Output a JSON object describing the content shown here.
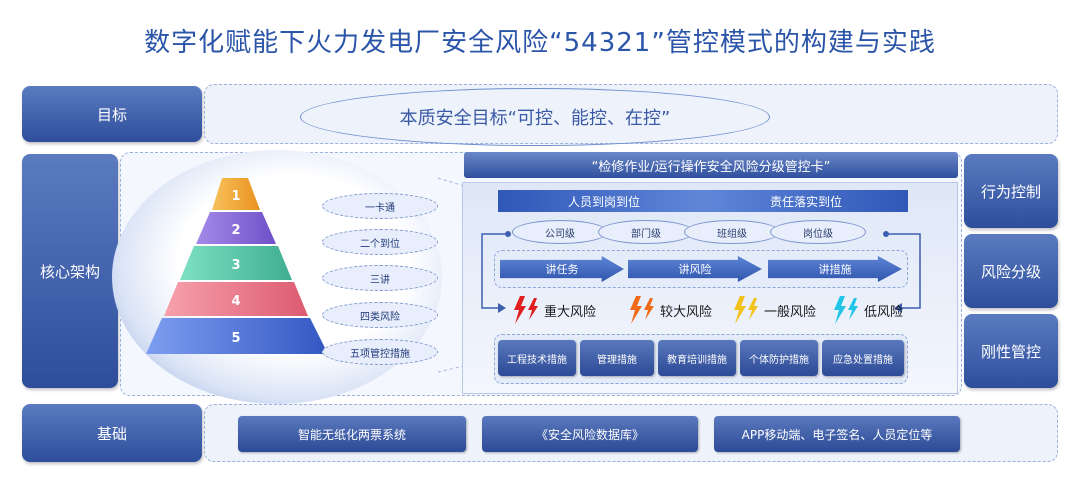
{
  "title": "数字化赋能下火力发电厂安全风险“54321”管控模式的构建与实践",
  "rows": {
    "goal": "目标",
    "core": "核心架构",
    "base": "基础"
  },
  "goal_text": "本质安全目标“可控、能控、在控”",
  "right_labels": [
    "行为控制",
    "风险分级",
    "刚性管控"
  ],
  "pyramid": {
    "levels": [
      "1",
      "2",
      "3",
      "4",
      "5"
    ],
    "colors": [
      "#f3a93a",
      "#8c6fd8",
      "#56c7a8",
      "#ef7a8c",
      "#4f73d6"
    ],
    "labels": [
      "一卡通",
      "二个到位",
      "三讲",
      "四类风险",
      "五项管控措施"
    ]
  },
  "card": {
    "title": "“检修作业/运行操作安全风险分级管控卡”",
    "bar_left": "人员到岗到位",
    "bar_right": "责任落实到位",
    "levels": [
      "公司级",
      "部门级",
      "班组级",
      "岗位级"
    ],
    "arrows": [
      "讲任务",
      "讲风险",
      "讲措施"
    ],
    "risks": [
      {
        "label": "重大风险",
        "color": "#e02020"
      },
      {
        "label": "较大风险",
        "color": "#f06a1a"
      },
      {
        "label": "一般风险",
        "color": "#f2c21a"
      },
      {
        "label": "低风险",
        "color": "#22c4e8"
      }
    ],
    "measures": [
      "工程技术措施",
      "管理措施",
      "教育培训措施",
      "个体防护措施",
      "应急处置措施"
    ]
  },
  "base_items": [
    "智能无纸化两票系统",
    "《安全风险数据库》",
    "APP移动端、电子签名、人员定位等"
  ]
}
